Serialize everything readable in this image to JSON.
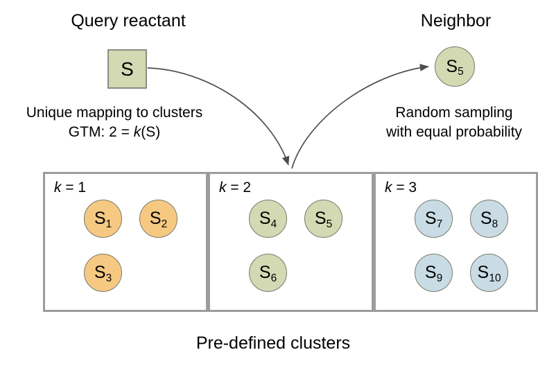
{
  "headings": {
    "query": "Query reactant",
    "neighbor": "Neighbor",
    "bottom_caption": "Pre-defined clusters"
  },
  "captions": {
    "left_line1": "Unique mapping to clusters",
    "left_line2_prefix": "GTM: 2 = ",
    "left_line2_kvar": "k",
    "left_line2_suffix": "(S)",
    "right_line1": "Random sampling",
    "right_line2": "with equal probability"
  },
  "query_node": {
    "label": "S",
    "fill": "#d3d9b2",
    "stroke": "#8a8d80"
  },
  "neighbor_node": {
    "base": "S",
    "sub": "5",
    "fill": "#d3d9b2",
    "stroke": "#77796d"
  },
  "clusters": [
    {
      "k_prefix": "k",
      "k_suffix": " = 1",
      "fill": "#f6c983",
      "stroke": "#77796d",
      "members": [
        {
          "base": "S",
          "sub": "1",
          "slot": "pos-r0c0"
        },
        {
          "base": "S",
          "sub": "2",
          "slot": "pos-r0c1"
        },
        {
          "base": "S",
          "sub": "3",
          "slot": "pos-r1c0"
        }
      ]
    },
    {
      "k_prefix": "k",
      "k_suffix": " = 2",
      "fill": "#d3d9b2",
      "stroke": "#77796d",
      "members": [
        {
          "base": "S",
          "sub": "4",
          "slot": "pos-r0c0"
        },
        {
          "base": "S",
          "sub": "5",
          "slot": "pos-r0c1"
        },
        {
          "base": "S",
          "sub": "6",
          "slot": "pos-r1c0"
        }
      ]
    },
    {
      "k_prefix": "k",
      "k_suffix": " = 3",
      "fill": "#c9dce5",
      "stroke": "#77796d",
      "members": [
        {
          "base": "S",
          "sub": "7",
          "slot": "pos-r0c0"
        },
        {
          "base": "S",
          "sub": "8",
          "slot": "pos-r0c1"
        },
        {
          "base": "S",
          "sub": "9",
          "slot": "pos-r1c0"
        },
        {
          "base": "S",
          "sub": "10",
          "slot": "pos-r1c1"
        }
      ]
    }
  ],
  "colors": {
    "box_border": "#9c9c9c",
    "arrow": "#4d4d4d",
    "text": "#010101"
  }
}
